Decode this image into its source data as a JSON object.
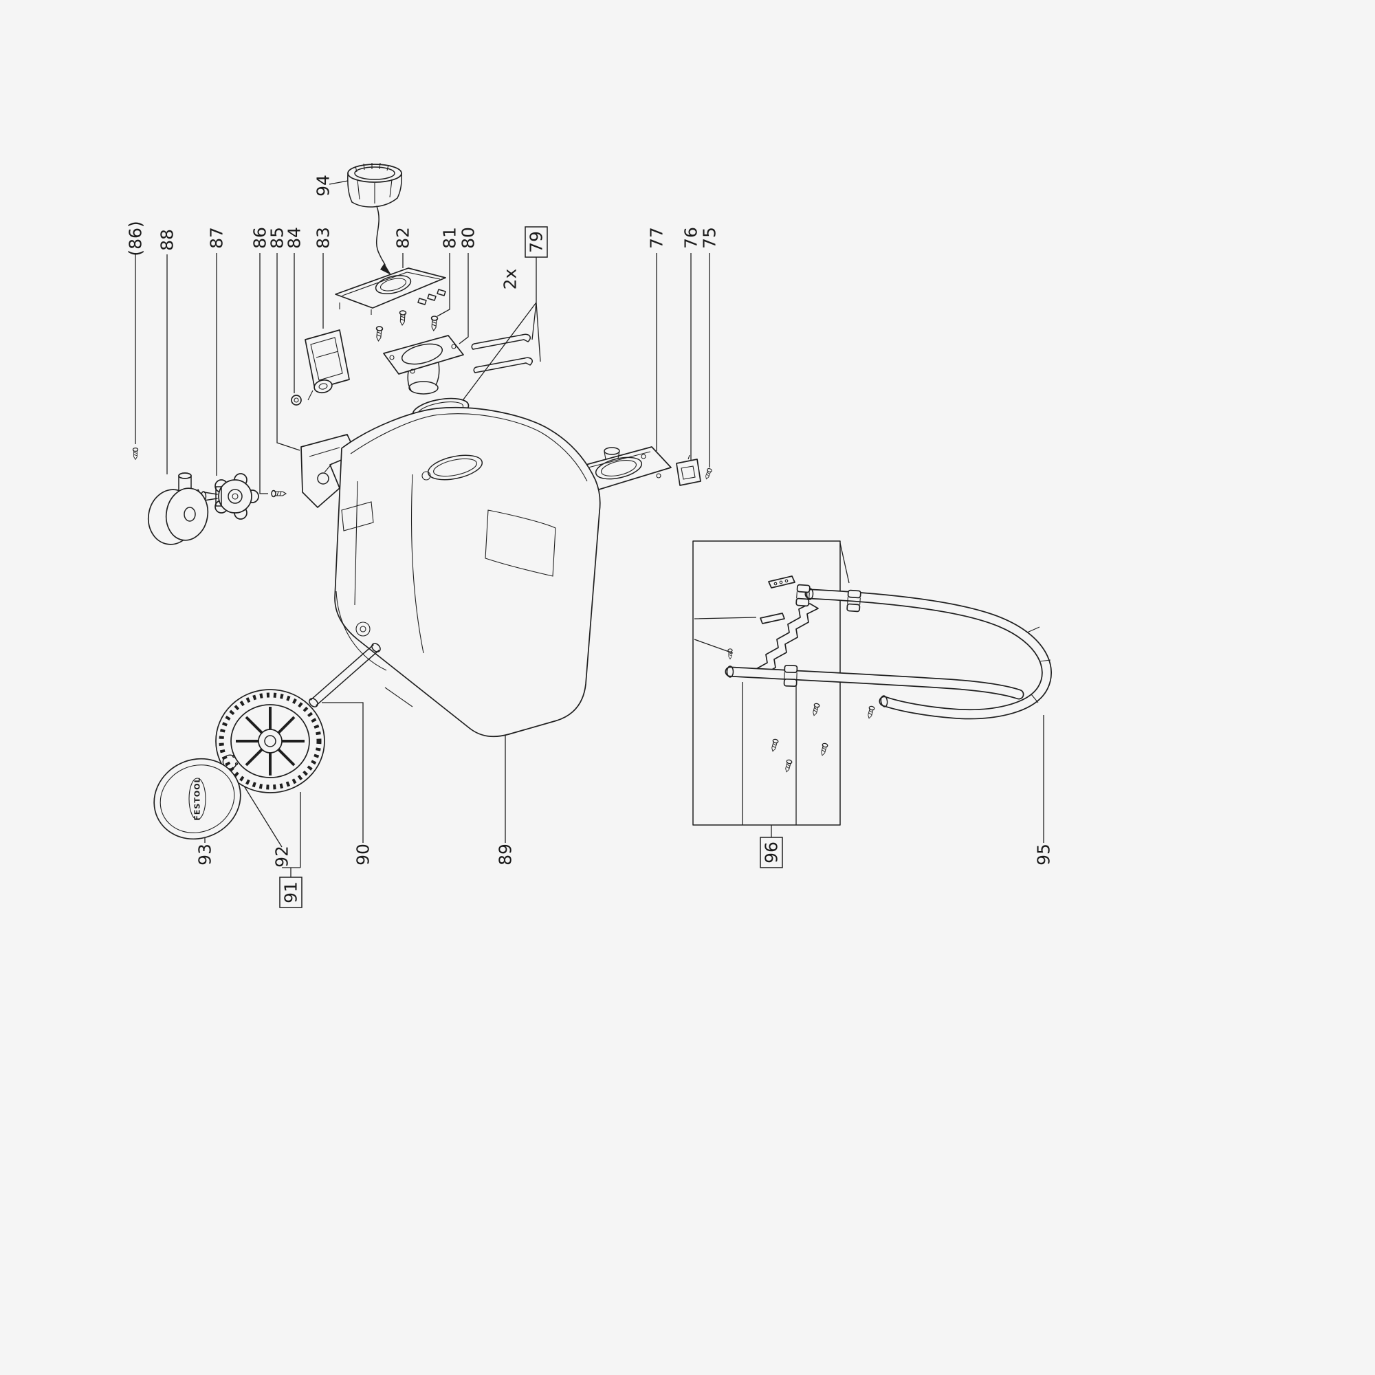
{
  "page": {
    "type": "exploded-parts-diagram",
    "background_color": "#f5f5f5",
    "line_color": "#1f1f1f"
  },
  "diagram": {
    "labels": [
      {
        "text": "94",
        "boxed": false
      },
      {
        "text": "(86)",
        "boxed": false
      },
      {
        "text": "88",
        "boxed": false
      },
      {
        "text": "87",
        "boxed": false
      },
      {
        "text": "86",
        "boxed": false
      },
      {
        "text": "85",
        "boxed": false
      },
      {
        "text": "84",
        "boxed": false
      },
      {
        "text": "83",
        "boxed": false
      },
      {
        "text": "82",
        "boxed": false
      },
      {
        "text": "81",
        "boxed": false
      },
      {
        "text": "80",
        "boxed": false
      },
      {
        "text": "79",
        "boxed": true
      },
      {
        "text": "2x",
        "boxed": false
      },
      {
        "text": "77",
        "boxed": false
      },
      {
        "text": "76",
        "boxed": false
      },
      {
        "text": "75",
        "boxed": false
      },
      {
        "text": "93",
        "boxed": false
      },
      {
        "text": "92",
        "boxed": false
      },
      {
        "text": "91",
        "boxed": true
      },
      {
        "text": "90",
        "boxed": false
      },
      {
        "text": "89",
        "boxed": false
      },
      {
        "text": "96",
        "boxed": true
      },
      {
        "text": "95",
        "boxed": false
      }
    ],
    "brand_text": "FESTOOL"
  }
}
